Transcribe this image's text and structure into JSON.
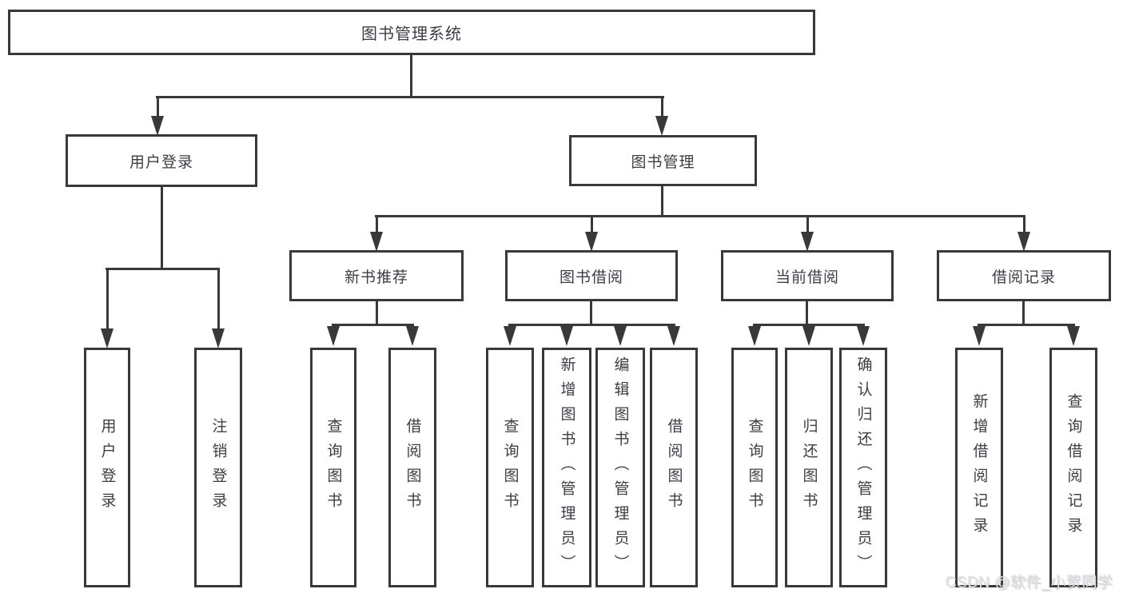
{
  "tree": {
    "label": "图书管理系统",
    "children": [
      {
        "label": "用户登录",
        "children": [
          {
            "label": "用户登录"
          },
          {
            "label": "注销登录"
          }
        ]
      },
      {
        "label": "图书管理",
        "children": [
          {
            "label": "新书推荐",
            "children": [
              {
                "label": "查询图书"
              },
              {
                "label": "借阅图书"
              }
            ]
          },
          {
            "label": "图书借阅",
            "children": [
              {
                "label": "查询图书"
              },
              {
                "label": "新增图书（管理员）"
              },
              {
                "label": "编辑图书（管理员）"
              },
              {
                "label": "借阅图书"
              }
            ]
          },
          {
            "label": "当前借阅",
            "children": [
              {
                "label": "查询图书"
              },
              {
                "label": "归还图书"
              },
              {
                "label": "确认归还（管理员）"
              }
            ]
          },
          {
            "label": "借阅记录",
            "children": [
              {
                "label": "新增借阅记录"
              },
              {
                "label": "查询借阅记录"
              }
            ]
          }
        ]
      }
    ]
  },
  "watermark": {
    "text": "CSDN @软件_小贺同学"
  },
  "colors": {
    "line": "#37393b",
    "text": "#3b3e45",
    "box_background": "#ffffff",
    "page_background": "#ffffff",
    "watermark": "#e2e2e6"
  }
}
